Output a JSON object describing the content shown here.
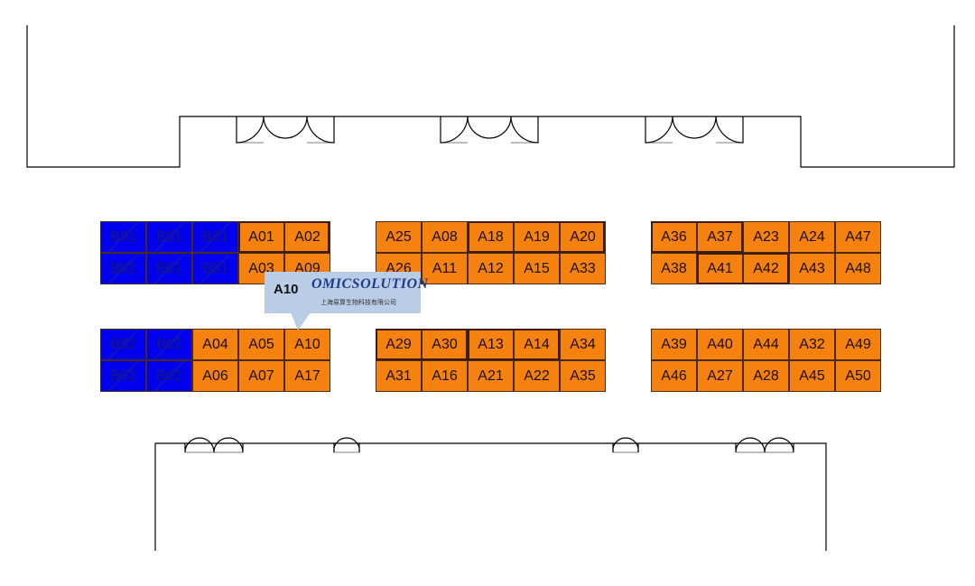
{
  "colors": {
    "booth_A": "#f5820f",
    "booth_B": "#0000ee",
    "walls": "#000000",
    "callout_bg": "#b9cde6"
  },
  "booths": {
    "row1": [
      "B01",
      "B01",
      "B01",
      "A01",
      "A02",
      "A25",
      "A08",
      "A18",
      "A19",
      "A20",
      "A36",
      "A37",
      "A23",
      "A24",
      "A47"
    ],
    "row2": [
      "B01",
      "B01",
      "B01",
      "A03",
      "A09",
      "A26",
      "A11",
      "A12",
      "A15",
      "A33",
      "A38",
      "A41",
      "A42",
      "A43",
      "A48"
    ],
    "row3": [
      "B02",
      "B02",
      "A04",
      "A05",
      "A10",
      "A29",
      "A30",
      "A13",
      "A14",
      "A34",
      "A39",
      "A40",
      "A44",
      "A32",
      "A49"
    ],
    "row4": [
      "B02",
      "B02",
      "A06",
      "A07",
      "A17",
      "A31",
      "A16",
      "A21",
      "A22",
      "A35",
      "A46",
      "A27",
      "A28",
      "A45",
      "A50"
    ]
  },
  "callout": {
    "booth": "A10",
    "logo": "OMICSOLUTION",
    "company": "上海易算生物科技有限公司"
  }
}
